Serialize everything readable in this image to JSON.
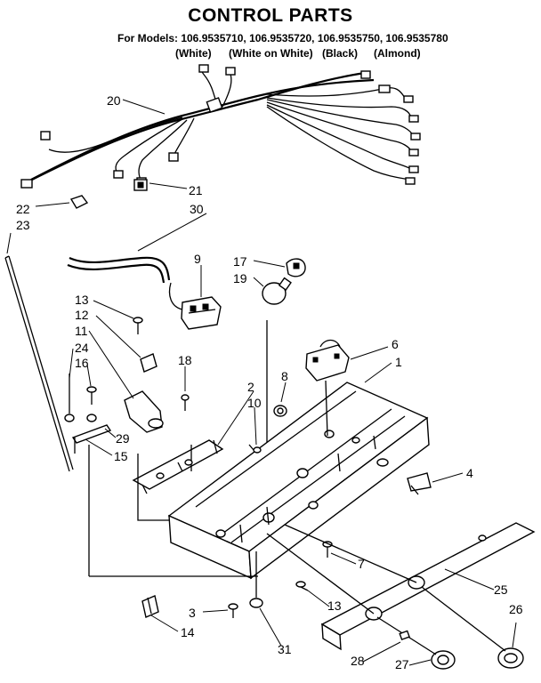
{
  "title": "CONTROL PARTS",
  "models_line": "For Models: 106.9535710, 106.9535720, 106.9535750, 106.9535780",
  "colors": [
    "(White)",
    "(White on White)",
    "(Black)",
    "(Almond)"
  ],
  "callouts": [
    "20",
    "21",
    "22",
    "23",
    "30",
    "9",
    "17",
    "19",
    "13",
    "12",
    "11",
    "24",
    "16",
    "18",
    "2",
    "10",
    "8",
    "6",
    "1",
    "29",
    "15",
    "4",
    "7",
    "25",
    "13",
    "3",
    "14",
    "31",
    "26",
    "28",
    "27"
  ]
}
